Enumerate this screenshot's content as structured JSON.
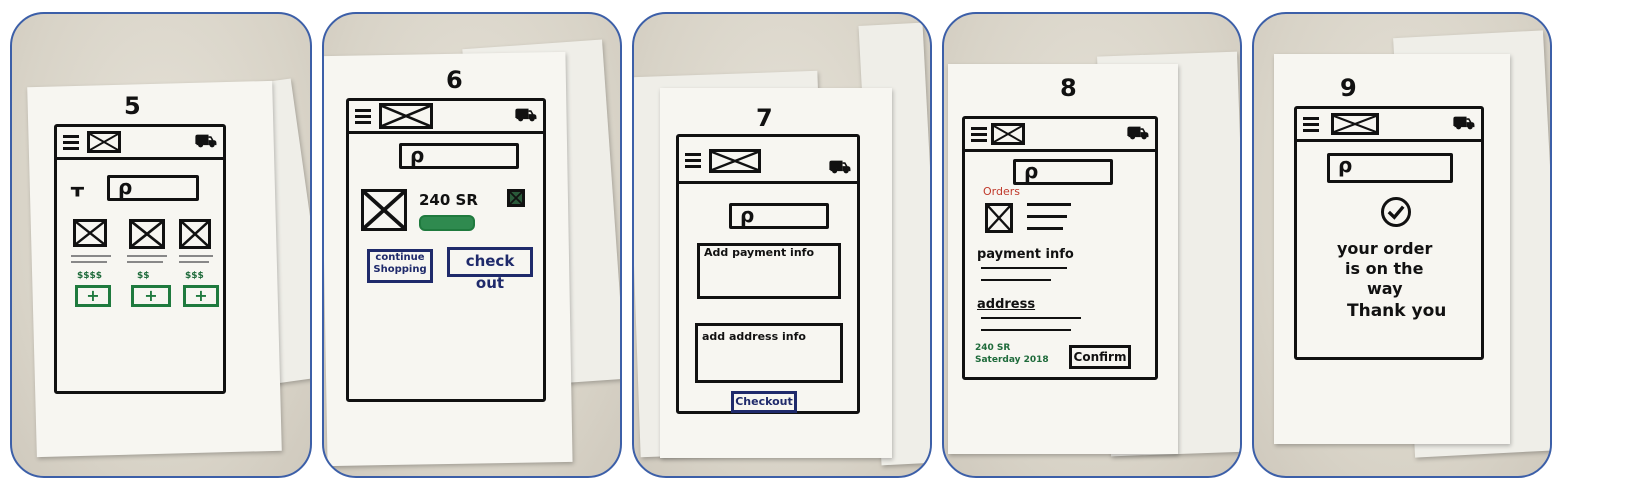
{
  "panels": [
    {
      "number": "5",
      "prices": [
        "$$$$",
        "$$",
        "$$$"
      ],
      "add_symbol": "+"
    },
    {
      "number": "6",
      "price": "240 SR",
      "buttons": {
        "continue_shopping": "continue Shopping",
        "checkout": "check out"
      }
    },
    {
      "number": "7",
      "payment_label": "Add payment info",
      "address_label": "add address info",
      "checkout_button": "Checkout"
    },
    {
      "number": "8",
      "orders_label": "Orders",
      "payment_label": "payment info",
      "address_label": "address",
      "total": "240 SR",
      "delivery": "Saterday 2018",
      "confirm_button": "Confirm"
    },
    {
      "number": "9",
      "message_line1": "your order",
      "message_line2": "is on the",
      "message_line3": "way",
      "message_line4": "Thank you"
    }
  ],
  "colors": {
    "frame": "#3c5fa8",
    "ink": "#111111",
    "green_ink": "#1f7a3e",
    "navy_ink": "#1f2a6b",
    "red_ink": "#c0392b"
  },
  "icons": {
    "menu": "hamburger-icon",
    "cart": "cart-icon",
    "image": "image-placeholder-icon",
    "search": "search-icon",
    "filter": "filter-icon",
    "check": "checkmark-icon"
  }
}
